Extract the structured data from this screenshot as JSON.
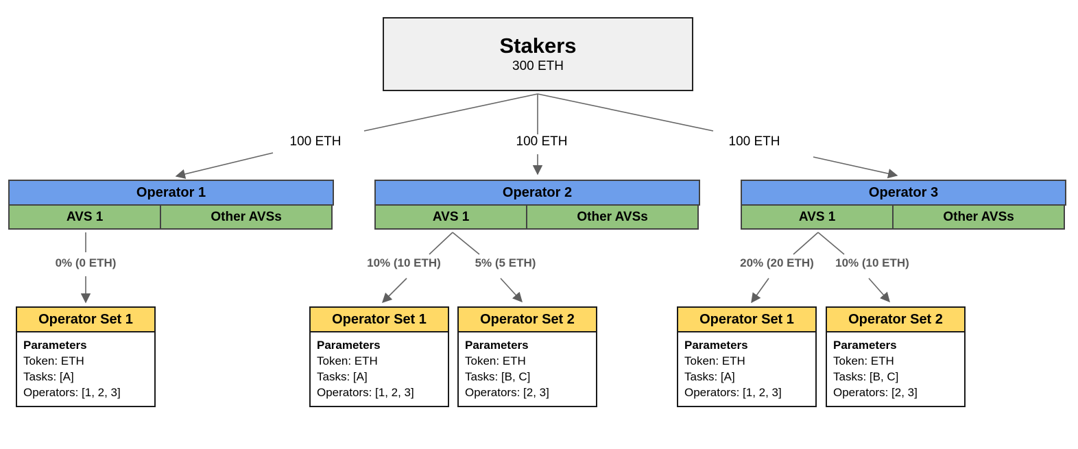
{
  "colors": {
    "operator_blue": "#6d9eeb",
    "avs_green": "#93c47e",
    "set_yellow": "#ffd966",
    "stakers_gray": "#f0f0f0",
    "edge_gray": "#666666",
    "label_gray": "#595959"
  },
  "stakers": {
    "title": "Stakers",
    "amount": "300 ETH"
  },
  "stake_edges": [
    {
      "label": "100 ETH"
    },
    {
      "label": "100 ETH"
    },
    {
      "label": "100 ETH"
    }
  ],
  "operators": [
    {
      "title": "Operator 1",
      "avs": "AVS 1",
      "other_avs": "Other AVSs",
      "allocations": [
        {
          "label": "0% (0 ETH)",
          "set": {
            "title": "Operator Set 1",
            "heading": "Parameters",
            "token": "Token: ETH",
            "tasks": "Tasks: [A]",
            "operators": "Operators: [1, 2, 3]"
          }
        }
      ]
    },
    {
      "title": "Operator 2",
      "avs": "AVS 1",
      "other_avs": "Other AVSs",
      "allocations": [
        {
          "label": "10% (10 ETH)",
          "set": {
            "title": "Operator Set 1",
            "heading": "Parameters",
            "token": "Token: ETH",
            "tasks": "Tasks: [A]",
            "operators": "Operators: [1, 2, 3]"
          }
        },
        {
          "label": "5% (5 ETH)",
          "set": {
            "title": "Operator Set 2",
            "heading": "Parameters",
            "token": "Token: ETH",
            "tasks": "Tasks: [B, C]",
            "operators": "Operators: [2, 3]"
          }
        }
      ]
    },
    {
      "title": "Operator 3",
      "avs": "AVS 1",
      "other_avs": "Other AVSs",
      "allocations": [
        {
          "label": "20% (20 ETH)",
          "set": {
            "title": "Operator Set 1",
            "heading": "Parameters",
            "token": "Token: ETH",
            "tasks": "Tasks: [A]",
            "operators": "Operators: [1, 2, 3]"
          }
        },
        {
          "label": "10% (10 ETH)",
          "set": {
            "title": "Operator Set 2",
            "heading": "Parameters",
            "token": "Token: ETH",
            "tasks": "Tasks: [B, C]",
            "operators": "Operators: [2, 3]"
          }
        }
      ]
    }
  ]
}
